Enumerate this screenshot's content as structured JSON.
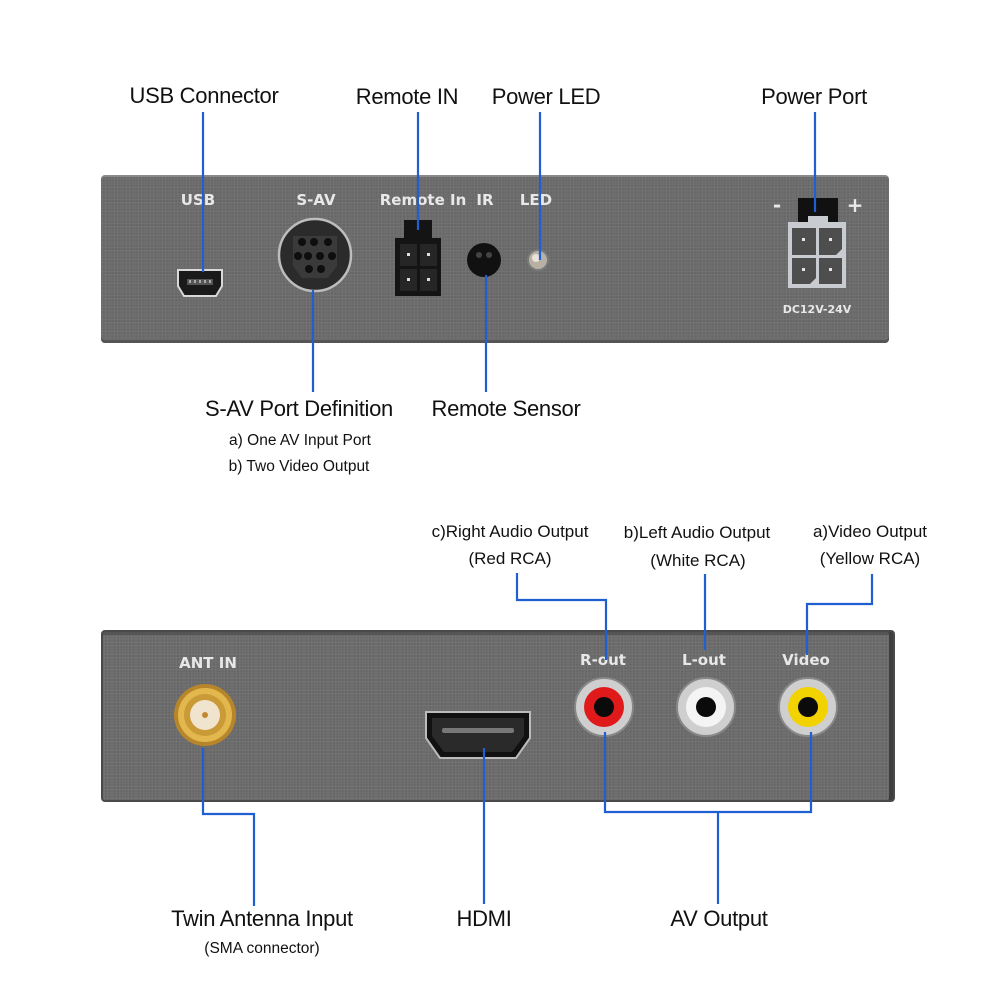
{
  "top_panel": {
    "port_labels": {
      "usb": "USB",
      "sav": "S-AV",
      "remote_in": "Remote In",
      "ir": "IR",
      "led": "LED",
      "minus": "-",
      "plus": "+",
      "power_rating": "DC12V-24V"
    },
    "callouts_above": {
      "usb": "USB Connector",
      "remote_in": "Remote IN",
      "power_led": "Power LED",
      "power_port": "Power Port"
    },
    "callouts_below": {
      "sav_title": "S-AV Port Definition",
      "sav_item_a": "a) One AV Input Port",
      "sav_item_b": "b) Two Video Output",
      "remote_sensor": "Remote Sensor"
    }
  },
  "bottom_panel": {
    "port_labels": {
      "ant_in": "ANT IN",
      "r_out": "R-out",
      "l_out": "L-out",
      "video": "Video"
    },
    "callouts_above": {
      "right_audio": "c)Right Audio Output",
      "right_audio_sub": "(Red RCA)",
      "left_audio": "b)Left Audio Output",
      "left_audio_sub": "(White RCA)",
      "video_out": "a)Video Output",
      "video_out_sub": "(Yellow RCA)"
    },
    "callouts_below": {
      "antenna": "Twin Antenna Input",
      "antenna_sub": "(SMA connector)",
      "hdmi": "HDMI",
      "av_output": "AV Output"
    }
  },
  "colors": {
    "leader_line": "#1f5fd0",
    "panel": "#6b6b6b",
    "rca_red": "#e01a1a",
    "rca_white": "#f4f4f4",
    "rca_yellow": "#f2d200",
    "sma_gold": "#d4a63a"
  }
}
